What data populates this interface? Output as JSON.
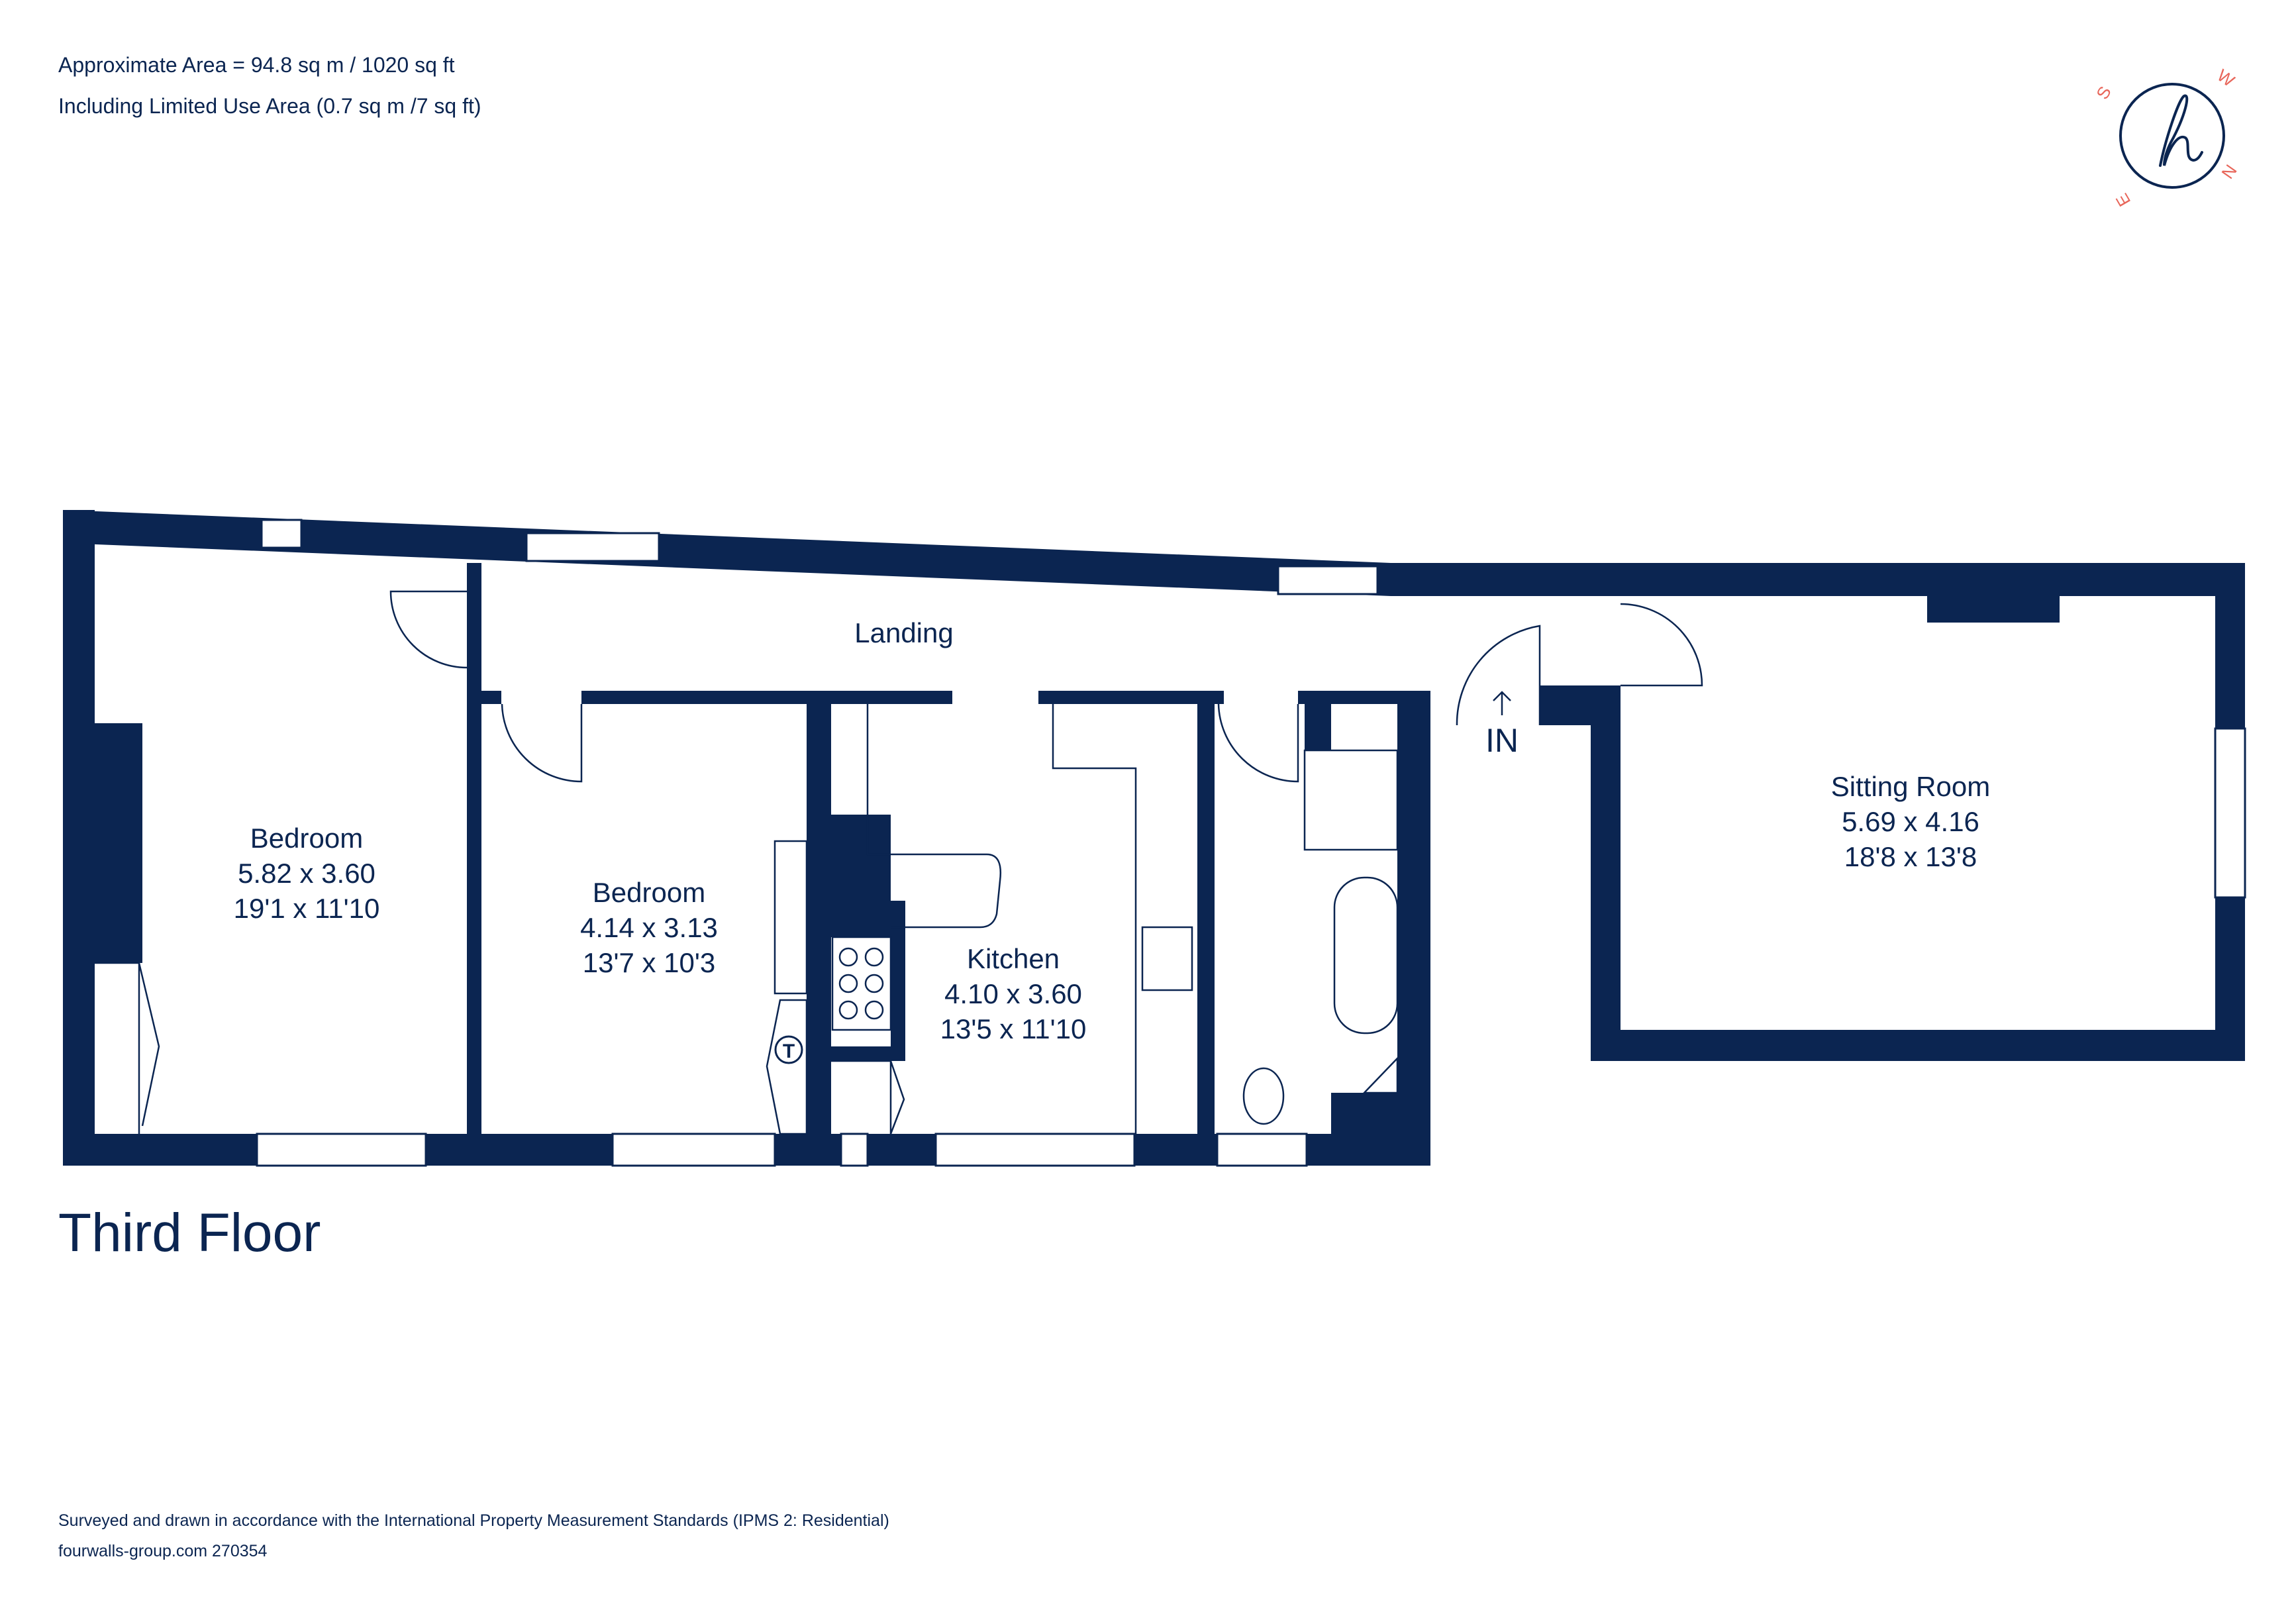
{
  "header": {
    "area_line": "Approximate Area = 94.8 sq m / 1020 sq ft",
    "limited_use_line": "Including Limited Use Area (0.7 sq m /7 sq ft)"
  },
  "logo": {
    "monogram": "h",
    "compass": {
      "north": "N",
      "east": "E",
      "south": "S",
      "west": "W"
    }
  },
  "floor": {
    "title": "Third Floor"
  },
  "rooms": {
    "bedroom1": {
      "name": "Bedroom",
      "metric": "5.82 x 3.60",
      "imperial": "19'1 x 11'10"
    },
    "bedroom2": {
      "name": "Bedroom",
      "metric": "4.14 x 3.13",
      "imperial": "13'7 x 10'3"
    },
    "kitchen": {
      "name": "Kitchen",
      "metric": "4.10 x 3.60",
      "imperial": "13'5 x 11'10"
    },
    "sitting": {
      "name": "Sitting Room",
      "metric": "5.69 x 4.16",
      "imperial": "18'8 x 13'8"
    },
    "landing": {
      "name": "Landing"
    }
  },
  "labels": {
    "entrance": "IN",
    "boiler": "T"
  },
  "footer": {
    "surveyed": "Surveyed and drawn in accordance with the International Property Measurement Standards (IPMS 2: Residential)",
    "reference": "fourwalls-group.com 270354"
  },
  "colors": {
    "wall": "#0b2551",
    "compass": "#e8665a",
    "background": "#ffffff"
  }
}
